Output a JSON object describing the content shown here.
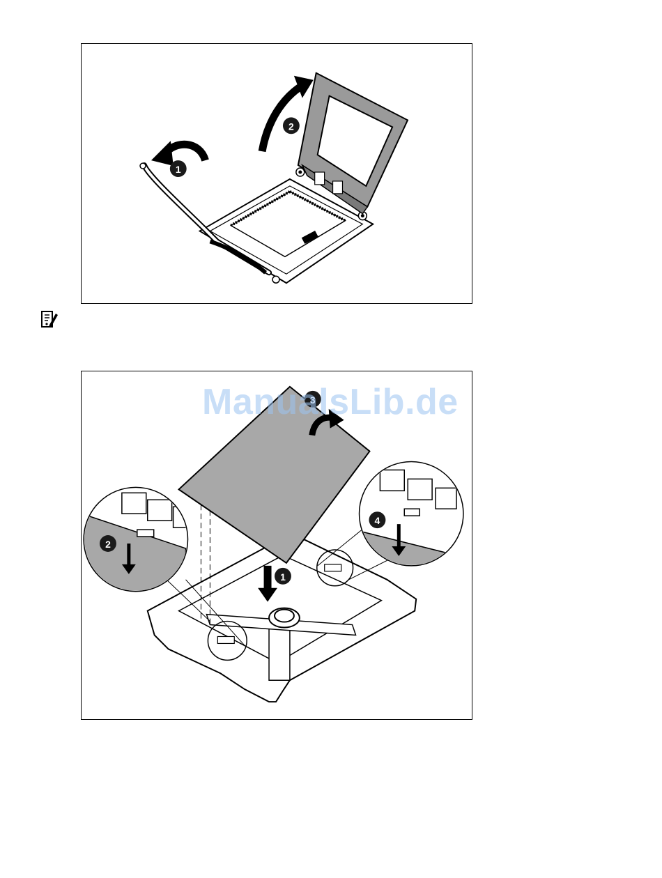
{
  "figure1": {
    "markers": [
      "1",
      "2"
    ]
  },
  "figure2": {
    "markers": [
      "1",
      "2",
      "3",
      "4"
    ]
  },
  "watermark": "ManualsLib.de",
  "icons": {
    "important": "important-notice-icon"
  }
}
